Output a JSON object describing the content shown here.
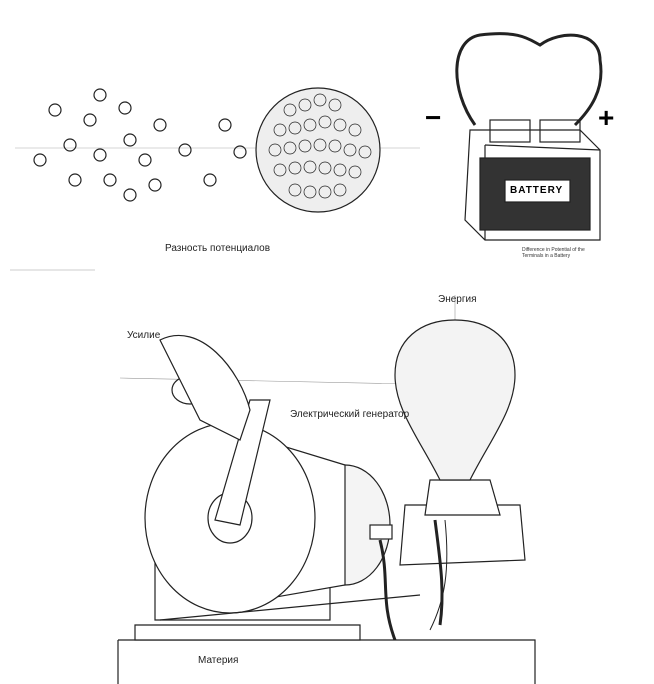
{
  "atoms_caption": "Разность потенциалов",
  "battery": {
    "label": "BATTERY",
    "minus": "−",
    "plus": "+",
    "caption": "Difference in Potential of the Terminals in a Battery"
  },
  "generator": {
    "effort": "Усилие",
    "generator": "Электрический генератор",
    "energy": "Энергия",
    "matter": "Материя"
  }
}
